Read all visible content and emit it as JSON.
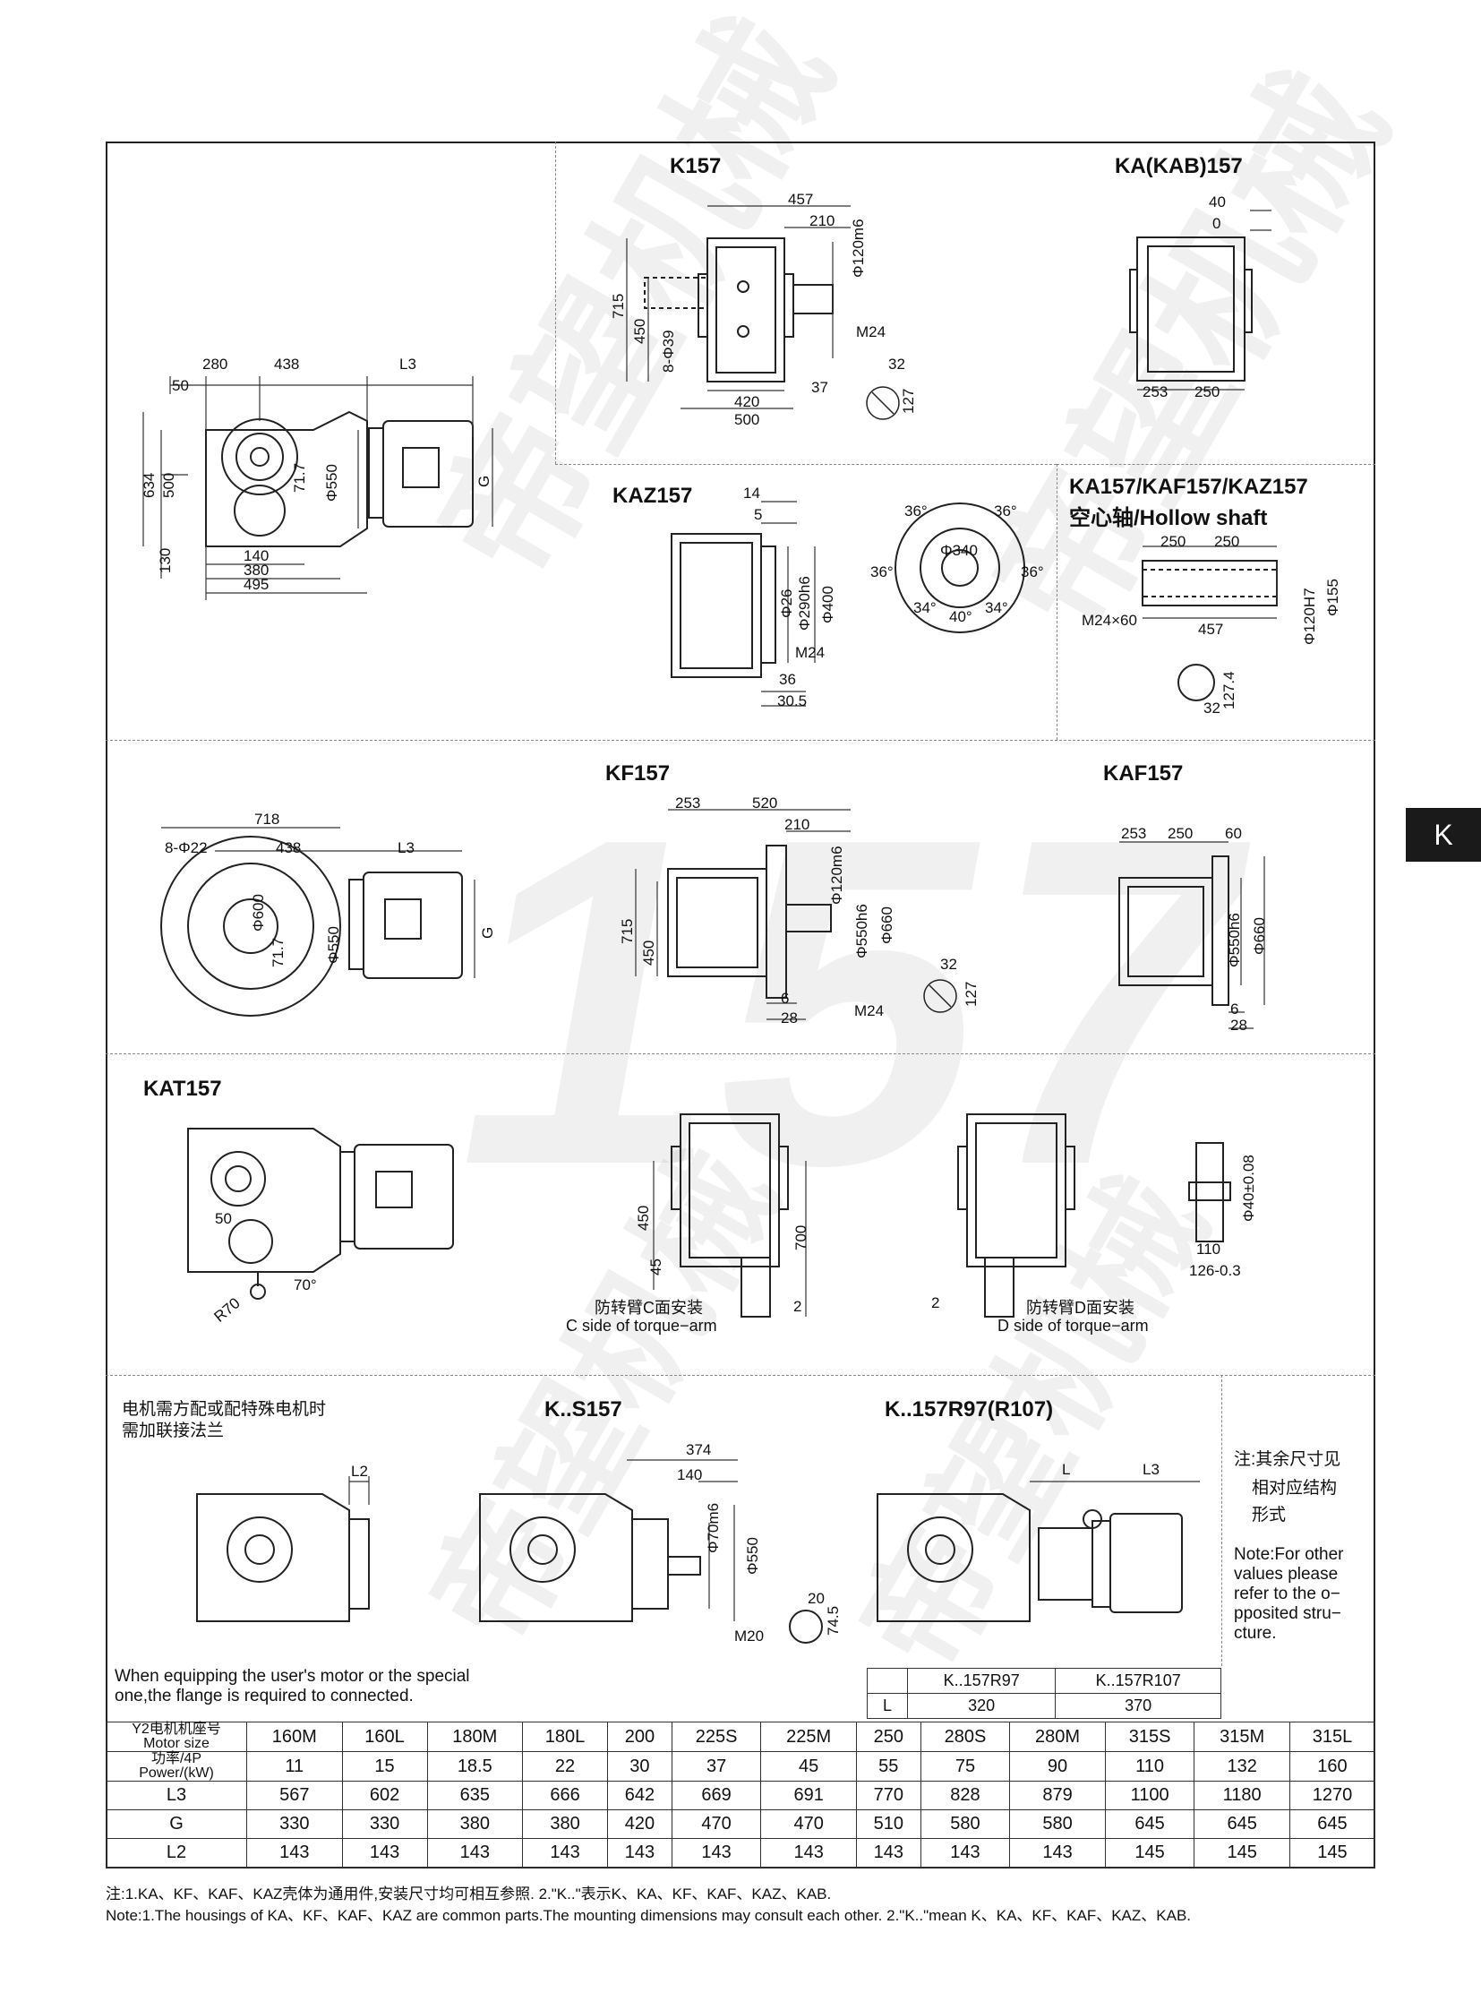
{
  "side_tab": "K",
  "watermark": {
    "brand": "帝望机械",
    "model": "157"
  },
  "titles": {
    "k157": "K157",
    "ka157": "KA(KAB)157",
    "kaz157": "KAZ157",
    "hollow_line1": "KA157/KAF157/KAZ157",
    "hollow_line2": "空心轴/Hollow shaft",
    "kf157": "KF157",
    "kaf157": "KAF157",
    "kat157": "KAT157",
    "ks157": "K..S157",
    "kr97": "K..157R97(R107)"
  },
  "dims": {
    "main_side": {
      "d50": "50",
      "d280": "280",
      "d438": "438",
      "L3": "L3",
      "d634": "634",
      "d500": "500",
      "d130": "130",
      "d140": "140",
      "d380": "380",
      "d495": "495",
      "d71_7": "71.7",
      "phi550": "Φ550",
      "G": "G"
    },
    "k157": {
      "d457": "457",
      "d210": "210",
      "phi120m6": "Φ120m6",
      "d715": "715",
      "d450": "450",
      "holes": "8-Φ39",
      "M24": "M24",
      "d420": "420",
      "d500": "500",
      "d37": "37",
      "d32": "32",
      "d127": "127"
    },
    "ka157": {
      "d40": "40",
      "d0": "0",
      "d253": "253",
      "d250": "250"
    },
    "kaz157": {
      "d14": "14",
      "d5": "5",
      "phi26": "Φ26",
      "phi290h6": "Φ290h6",
      "phi400": "Φ400",
      "M24": "M24",
      "d36": "36",
      "d30_5": "30.5",
      "a36": "36°",
      "phi340": "Φ340",
      "a34": "34°",
      "a40": "40°"
    },
    "hollow": {
      "d250a": "250",
      "d250b": "250",
      "M24x60": "M24×60",
      "d457": "457",
      "phi120H7": "Φ120H7",
      "phi155": "Φ155",
      "d127_4": "127.4",
      "d32": "32"
    },
    "kf_side": {
      "d718": "718",
      "holes": "8-Φ22",
      "d438": "438",
      "L3": "L3",
      "phi600": "Φ600",
      "d71_7": "71.7",
      "phi550": "Φ550",
      "G": "G"
    },
    "kf157": {
      "d253": "253",
      "d520": "520",
      "d210": "210",
      "phi120m6": "Φ120m6",
      "d715": "715",
      "d450": "450",
      "phi550h6": "Φ550h6",
      "phi660": "Φ660",
      "d32": "32",
      "d127": "127",
      "M24": "M24",
      "d6": "6",
      "d28": "28"
    },
    "kaf157": {
      "d253": "253",
      "d250": "250",
      "d60": "60",
      "phi550h6": "Φ550h6",
      "phi660": "Φ660",
      "d6": "6",
      "d28": "28"
    },
    "kat157": {
      "d50": "50",
      "a70": "70°",
      "R70": "R70"
    },
    "torque_c": {
      "d450": "450",
      "d700": "700",
      "d45": "45",
      "d2": "2"
    },
    "torque_d": {
      "d2": "2",
      "phi40": "Φ40±0.08",
      "d110": "110",
      "d126": "126-0.3"
    },
    "ks157": {
      "d374": "374",
      "d140": "140",
      "phi70m6": "Φ70m6",
      "phi550": "Φ550",
      "d20": "20",
      "d74_5": "74.5",
      "M20": "M20"
    },
    "kr97": {
      "L": "L",
      "L3": "L3"
    },
    "motor_side": {
      "L2": "L2"
    }
  },
  "captions": {
    "c_cn": "防转臂C面安装",
    "c_en": "C side of torque−arm",
    "d_cn": "防转臂D面安装",
    "d_en": "D side of torque−arm",
    "motor_cn_1": "电机需方配或配特殊电机时",
    "motor_cn_2": "需加联接法兰",
    "motor_en_1": "When equipping the user's motor or the special",
    "motor_en_2": "one,the flange is required to connected."
  },
  "side_note": {
    "cn_1": "注:其余尺寸见",
    "cn_2": "相对应结构",
    "cn_3": "形式",
    "en_1": "Note:For other",
    "en_2": "values please",
    "en_3": "refer to the o−",
    "en_4": "pposited stru−",
    "en_5": "cture."
  },
  "r97_table": {
    "h1": "K..157R97",
    "h2": "K..157R107",
    "row_label": "L",
    "v1": "320",
    "v2": "370"
  },
  "spec_table": {
    "motor_size_cn": "Y2电机机座号",
    "motor_size_en": "Motor size",
    "power_cn": "功率/4P",
    "power_en": "Power/(kW)",
    "sizes": [
      "160M",
      "160L",
      "180M",
      "180L",
      "200",
      "225S",
      "225M",
      "250",
      "280S",
      "280M",
      "315S",
      "315M",
      "315L"
    ],
    "power": [
      "11",
      "15",
      "18.5",
      "22",
      "30",
      "37",
      "45",
      "55",
      "75",
      "90",
      "110",
      "132",
      "160"
    ],
    "rows": [
      {
        "label": "L3",
        "values": [
          "567",
          "602",
          "635",
          "666",
          "642",
          "669",
          "691",
          "770",
          "828",
          "879",
          "1100",
          "1180",
          "1270"
        ]
      },
      {
        "label": "G",
        "values": [
          "330",
          "330",
          "380",
          "380",
          "420",
          "470",
          "470",
          "510",
          "580",
          "580",
          "645",
          "645",
          "645"
        ]
      },
      {
        "label": "L2",
        "values": [
          "143",
          "143",
          "143",
          "143",
          "143",
          "143",
          "143",
          "143",
          "143",
          "143",
          "145",
          "145",
          "145"
        ]
      }
    ]
  },
  "footnotes": {
    "cn": "注:1.KA、KF、KAF、KAZ壳体为通用件,安装尺寸均可相互参照.    2.\"K..\"表示K、KA、KF、KAF、KAZ、KAB.",
    "en": "Note:1.The housings of KA、KF、KAF、KAZ are common parts.The mounting dimensions may consult each other. 2.\"K..\"mean K、KA、KF、KAF、KAZ、KAB."
  }
}
